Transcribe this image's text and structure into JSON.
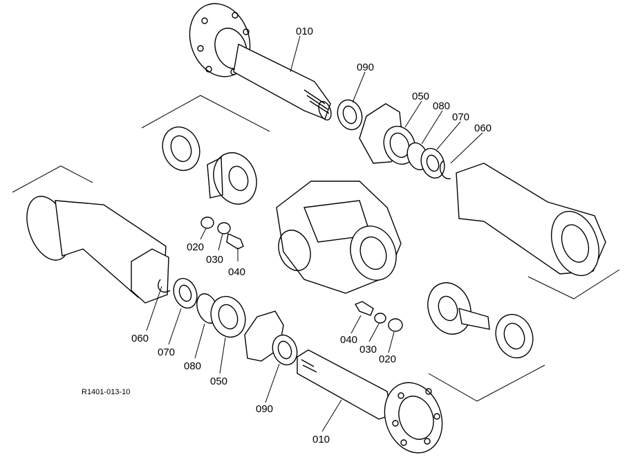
{
  "drawing_code": "R1401-013-10",
  "callouts": [
    {
      "id": "c-010-top",
      "label": "010"
    },
    {
      "id": "c-090-top",
      "label": "090"
    },
    {
      "id": "c-050-top",
      "label": "050"
    },
    {
      "id": "c-080-top",
      "label": "080"
    },
    {
      "id": "c-070-top",
      "label": "070"
    },
    {
      "id": "c-060-top",
      "label": "060"
    },
    {
      "id": "c-020-left",
      "label": "020"
    },
    {
      "id": "c-030-left",
      "label": "030"
    },
    {
      "id": "c-040-left",
      "label": "040"
    },
    {
      "id": "c-060-bottom",
      "label": "060"
    },
    {
      "id": "c-070-bottom",
      "label": "070"
    },
    {
      "id": "c-080-bottom",
      "label": "080"
    },
    {
      "id": "c-050-bottom",
      "label": "050"
    },
    {
      "id": "c-090-bottom",
      "label": "090"
    },
    {
      "id": "c-010-bottom",
      "label": "010"
    },
    {
      "id": "c-040-right",
      "label": "040"
    },
    {
      "id": "c-030-right",
      "label": "030"
    },
    {
      "id": "c-020-right",
      "label": "020"
    }
  ]
}
